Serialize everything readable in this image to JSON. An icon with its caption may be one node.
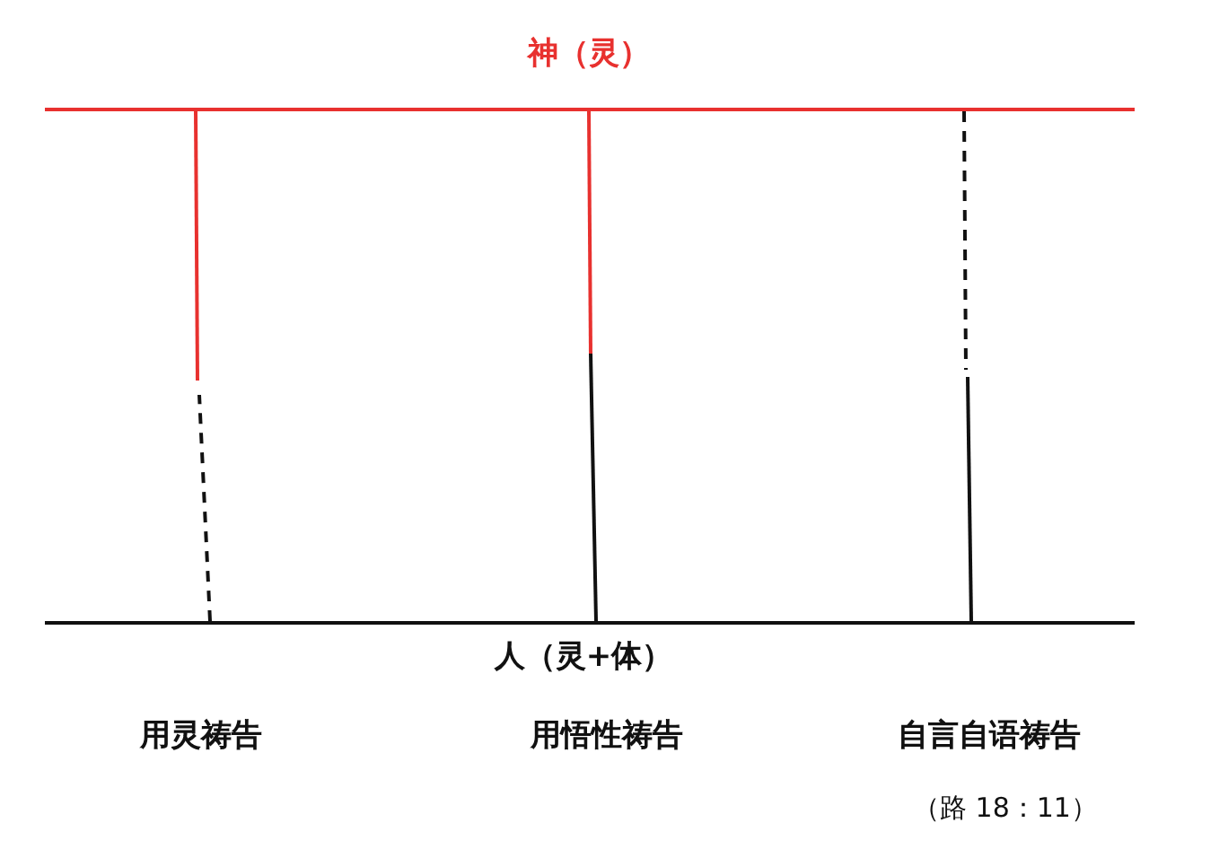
{
  "diagram": {
    "nodes": [
      {
        "text": [
          "神（灵）"
        ]
      },
      {
        "text": [
          "人（灵+体）"
        ]
      }
    ],
    "edges": [
      {
        "from": 0,
        "to": null,
        "arrow": "none",
        "color": "#e8312f"
      },
      {
        "from": 1,
        "to": null,
        "arrow": "none",
        "style": "dashed"
      },
      {
        "from": 0,
        "to": null,
        "arrow": "none",
        "color": "#e8312f"
      },
      {
        "from": 1,
        "to": null,
        "arrow": "none"
      },
      {
        "from": 0,
        "to": null,
        "arrow": "none",
        "style": "dashed"
      },
      {
        "from": 1,
        "to": null,
        "arrow": "none"
      }
    ],
    "labels": [
      "用灵祷告",
      "用悟性祷告",
      "自言自语祷告",
      "（路 18：11）"
    ]
  }
}
